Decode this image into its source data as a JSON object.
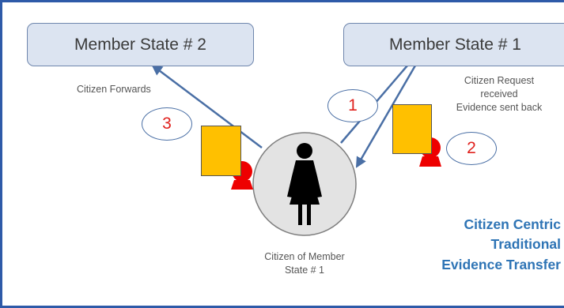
{
  "diagram": {
    "member_state_2": "Member State # 2",
    "member_state_1": "Member State # 1",
    "citizen_forwards": "Citizen Forwards",
    "citizen_request_lines": [
      "Citizen Request",
      "received",
      "Evidence sent back"
    ],
    "citizen_label_lines": [
      "Citizen of Member",
      "State # 1"
    ],
    "step_1": "1",
    "step_2": "2",
    "step_3": "3",
    "caption_lines": [
      "Citizen Centric",
      "Traditional",
      "Evidence Transfer"
    ],
    "colors": {
      "frame": "#2e5aa8",
      "box_fill": "#dce4f1",
      "arrow": "#4a6fa5",
      "document": "#ffc000",
      "seal": "#ee0000",
      "number": "#e0201c",
      "caption": "#2e74b5"
    }
  }
}
